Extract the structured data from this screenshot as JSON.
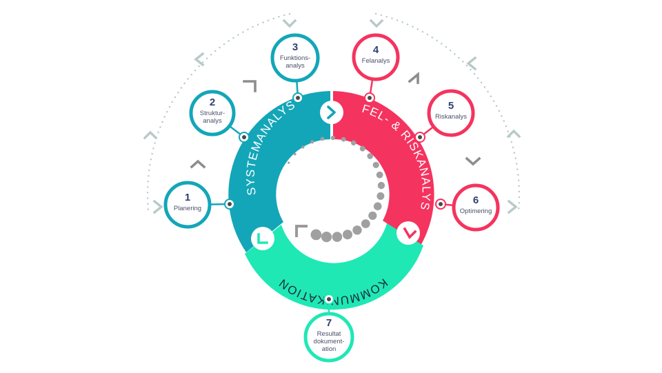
{
  "colors": {
    "teal": "#13a6b8",
    "red": "#f5335f",
    "green": "#1fe8b5",
    "grey_dots": "#a0a0a0",
    "chevron": "#b8c9c9",
    "text_dark": "#2f3f73"
  },
  "ring": {
    "system_label": "SYSTEMANALYS",
    "risk_label": "FEL- & RISKANALYS",
    "comm_label": "KOMMUNIKATION"
  },
  "steps": [
    {
      "num": "1",
      "lines": [
        "Planering"
      ],
      "color": "teal"
    },
    {
      "num": "2",
      "lines": [
        "Struktur-",
        "analys"
      ],
      "color": "teal"
    },
    {
      "num": "3",
      "lines": [
        "Funktions-",
        "analys"
      ],
      "color": "teal"
    },
    {
      "num": "4",
      "lines": [
        "Felanalys"
      ],
      "color": "red"
    },
    {
      "num": "5",
      "lines": [
        "Riskanalys"
      ],
      "color": "red"
    },
    {
      "num": "6",
      "lines": [
        "Optimering"
      ],
      "color": "red"
    },
    {
      "num": "7",
      "lines": [
        "Resultat",
        "dokument-",
        "ation"
      ],
      "color": "green"
    }
  ]
}
